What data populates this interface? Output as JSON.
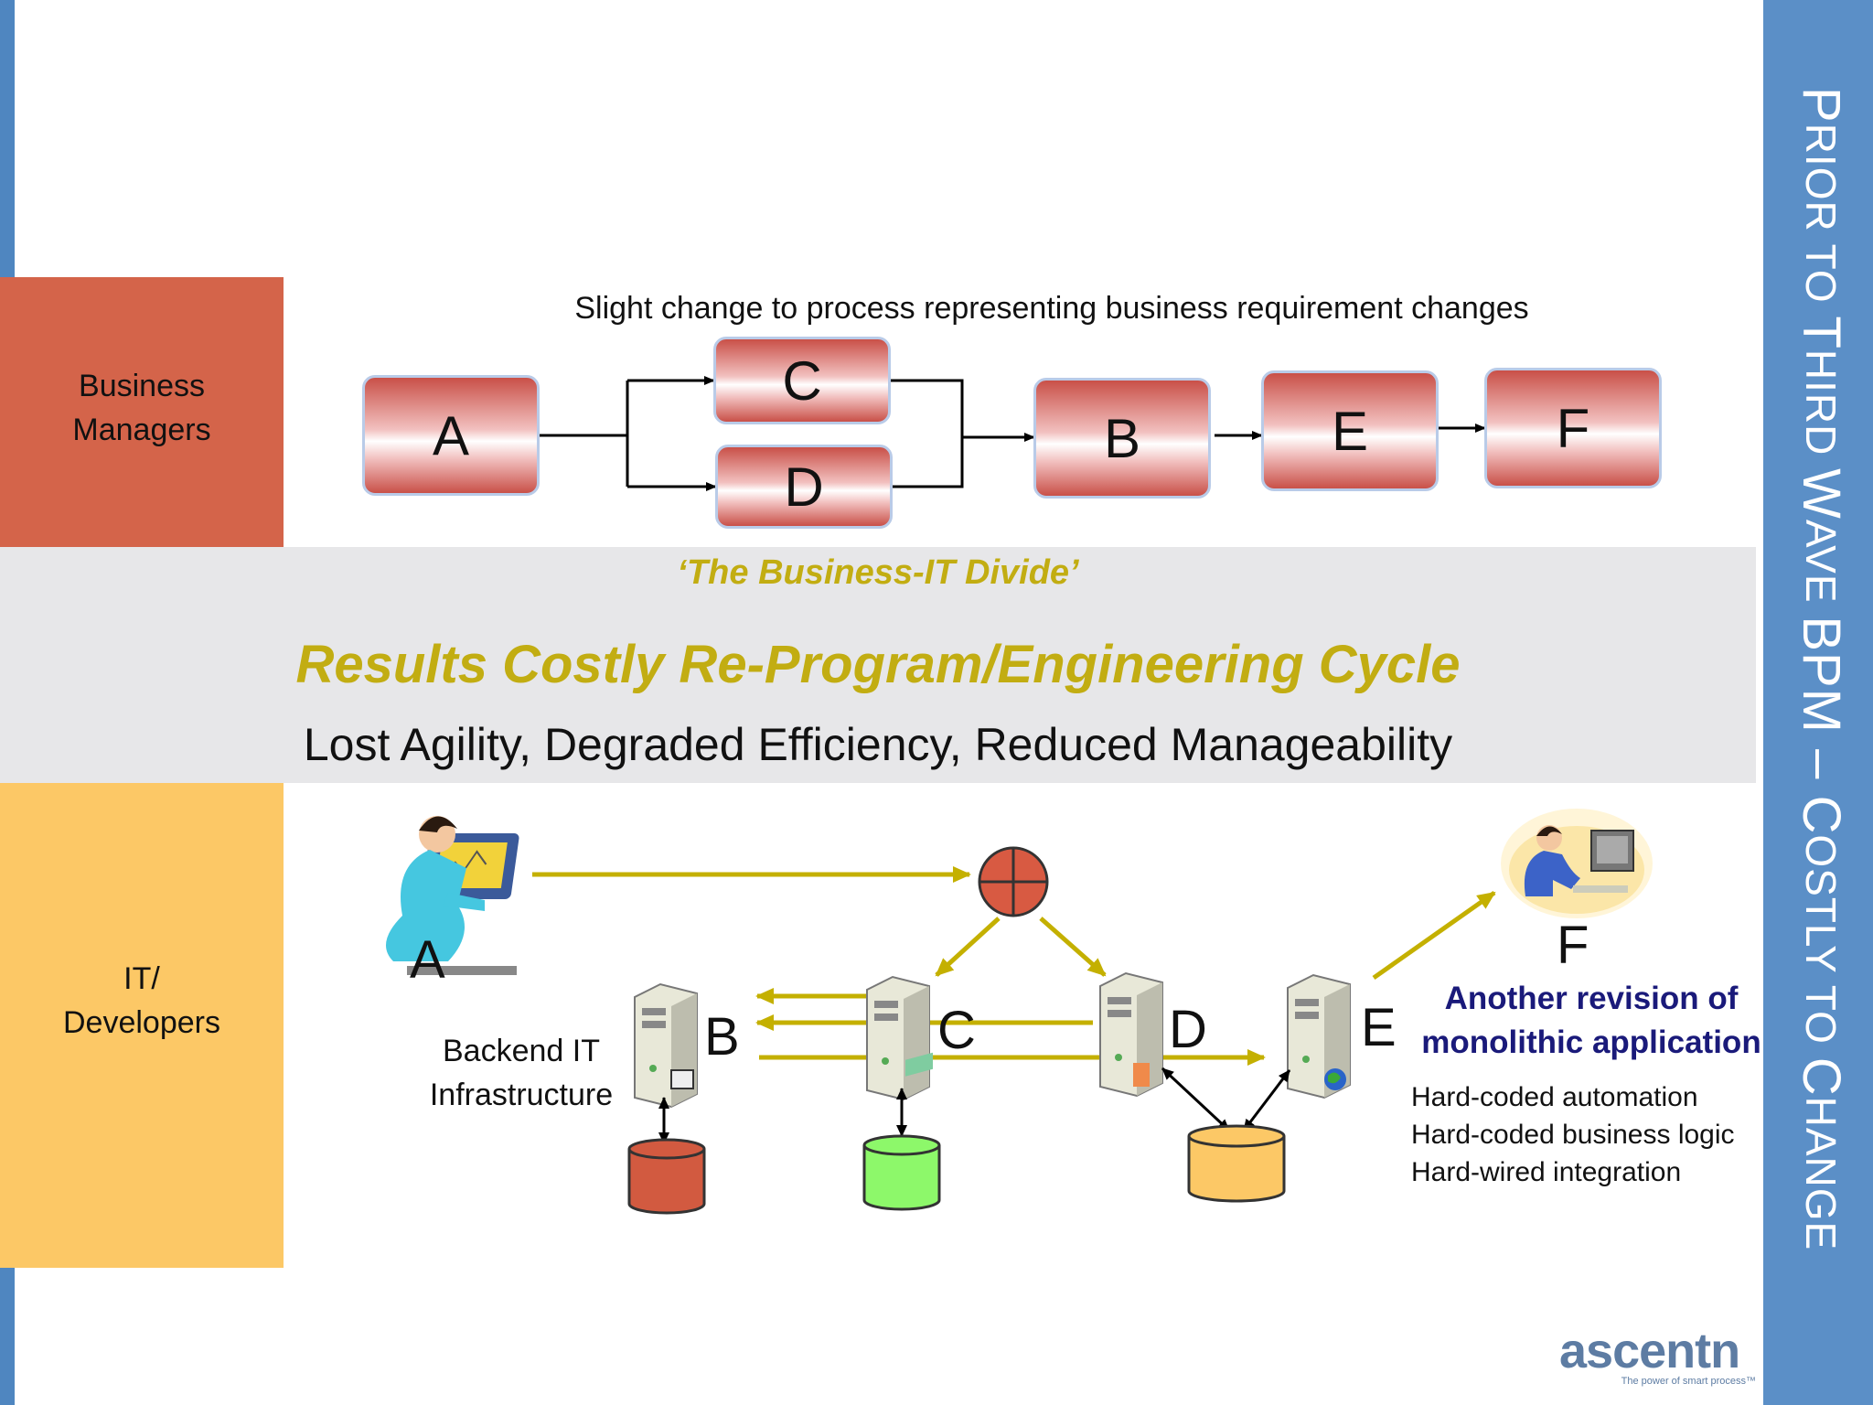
{
  "slide_title": {
    "parts": [
      {
        "text": "P",
        "size": "big"
      },
      {
        "text": "RIOR TO ",
        "size": "sc"
      },
      {
        "text": "T",
        "size": "big"
      },
      {
        "text": "HIRD ",
        "size": "sc"
      },
      {
        "text": "W",
        "size": "big"
      },
      {
        "text": "AVE ",
        "size": "sc"
      },
      {
        "text": "BPM – ",
        "size": "big"
      },
      {
        "text": "C",
        "size": "big"
      },
      {
        "text": "OSTLY TO ",
        "size": "sc"
      },
      {
        "text": "C",
        "size": "big"
      },
      {
        "text": "HANGE",
        "size": "sc"
      }
    ]
  },
  "lanes": {
    "business": {
      "line1": "Business",
      "line2": "Managers"
    },
    "it": {
      "line1": "IT/",
      "line2": "Developers"
    }
  },
  "business_process": {
    "caption": "Slight change to process representing business requirement changes",
    "steps": {
      "a": "A",
      "b": "B",
      "c": "C",
      "d": "D",
      "e": "E",
      "f": "F"
    }
  },
  "divide": {
    "label": "‘The Business-IT Divide’",
    "headline": "Results Costly Re-Program/Engineering Cycle",
    "subline": "Lost Agility, Degraded Efficiency, Reduced Manageability"
  },
  "it_side": {
    "nodes": {
      "a": "A",
      "b": "B",
      "c": "C",
      "d": "D",
      "e": "E",
      "f": "F"
    },
    "backend_line1": "Backend IT",
    "backend_line2": "Infrastructure",
    "revision_line1": "Another revision of",
    "revision_line2": "monolithic application",
    "hardcoded": [
      "Hard-coded automation",
      "Hard-coded business logic",
      "Hard-wired integration"
    ]
  },
  "colors": {
    "accent_gold": "#c2ad12",
    "arrow_gold": "#c4b000",
    "side_band": "#5b8fc7",
    "business_block": "#d4644a",
    "it_block": "#fcc866",
    "db_red": "#d25a40",
    "db_green": "#8df86a",
    "db_yellow": "#fcc866"
  },
  "logo": {
    "name": "ascentn",
    "tagline": "The power of smart process™"
  }
}
